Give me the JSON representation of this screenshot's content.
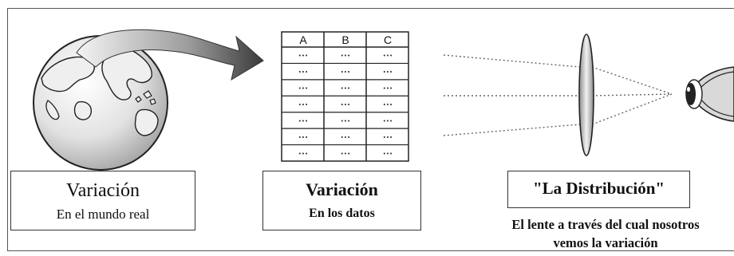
{
  "panels": {
    "real_world": {
      "title": "Variación",
      "subtitle": "En el mundo real"
    },
    "data": {
      "title": "Variación",
      "subtitle": "En los datos",
      "table": {
        "headers": [
          "A",
          "B",
          "C"
        ],
        "cell_value": "•••",
        "row_count": 7
      }
    },
    "distribution": {
      "title": "\"La Distribución\"",
      "caption_line1": "El lente a través del cual nosotros",
      "caption_line2": "vemos la variación"
    }
  }
}
